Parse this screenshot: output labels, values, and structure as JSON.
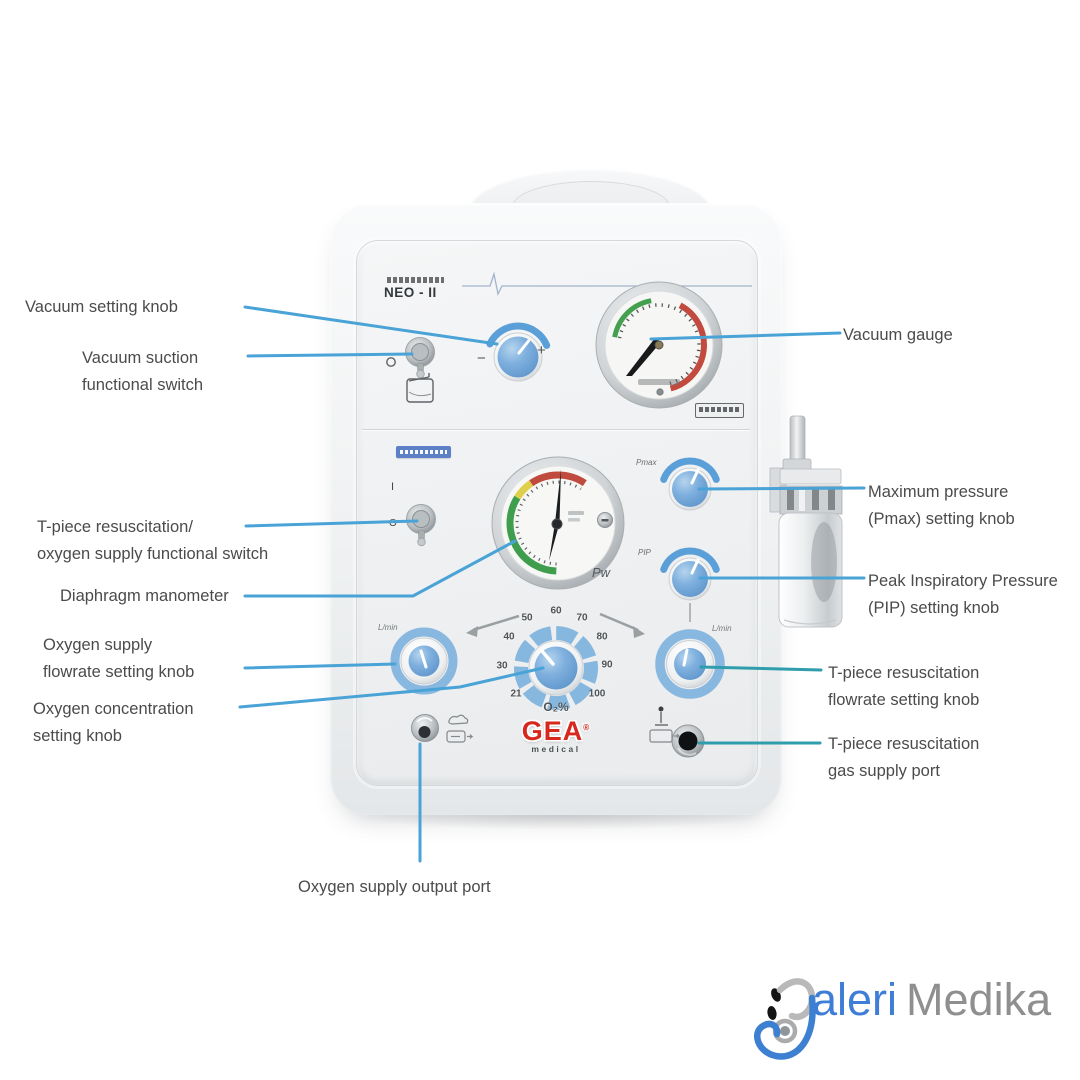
{
  "colors": {
    "leader_blue": "#4aa3d6",
    "leader_teal": "#2f9dab",
    "label_text": "#4b4b4b",
    "knob_blue": "#6fa7d8",
    "brand_red": "#d6281c",
    "gauge_green": "#3f9e4d",
    "gauge_red": "#c2473c",
    "gauge_yellow": "#e0cf4a",
    "watermark_blue": "#3e7ed6",
    "watermark_gray": "#8f8f8f"
  },
  "device": {
    "model": "NEO - II",
    "brand": "GEA",
    "brand_reg": "®",
    "brand_sub": "medical",
    "pw_label": "Pw",
    "pmax_label": "Pmax",
    "pip_label": "PIP",
    "o2_label": "O₂%",
    "o2_scale": [
      "21",
      "30",
      "40",
      "50",
      "60",
      "70",
      "80",
      "90",
      "100"
    ],
    "lmin_left": "L/min",
    "lmin_right": "L/min",
    "switch_on_label": "I",
    "switch_off_label": "O",
    "minus_label": "−",
    "plus_label": "+"
  },
  "callouts": {
    "left": [
      {
        "line1": "Vacuum setting knob",
        "line2": ""
      },
      {
        "line1": "Vacuum suction",
        "line2": "functional switch"
      },
      {
        "line1": "T-piece resuscitation/",
        "line2": "oxygen supply functional switch"
      },
      {
        "line1": "Diaphragm manometer",
        "line2": ""
      },
      {
        "line1": "Oxygen supply",
        "line2": "flowrate setting knob"
      },
      {
        "line1": "Oxygen concentration",
        "line2": "setting knob"
      }
    ],
    "bottom": [
      {
        "line1": "Oxygen supply output port",
        "line2": ""
      }
    ],
    "right": [
      {
        "line1": "Vacuum gauge",
        "line2": ""
      },
      {
        "line1": "Maximum pressure",
        "line2": "(Pmax) setting knob"
      },
      {
        "line1": "Peak Inspiratory Pressure",
        "line2": "(PIP) setting knob"
      },
      {
        "line1": "T-piece resuscitation",
        "line2": "flowrate setting knob"
      },
      {
        "line1": "T-piece resuscitation",
        "line2": "gas supply port"
      }
    ]
  },
  "watermark": {
    "brand_part1": "aleri",
    "brand_part2": "Medika"
  }
}
